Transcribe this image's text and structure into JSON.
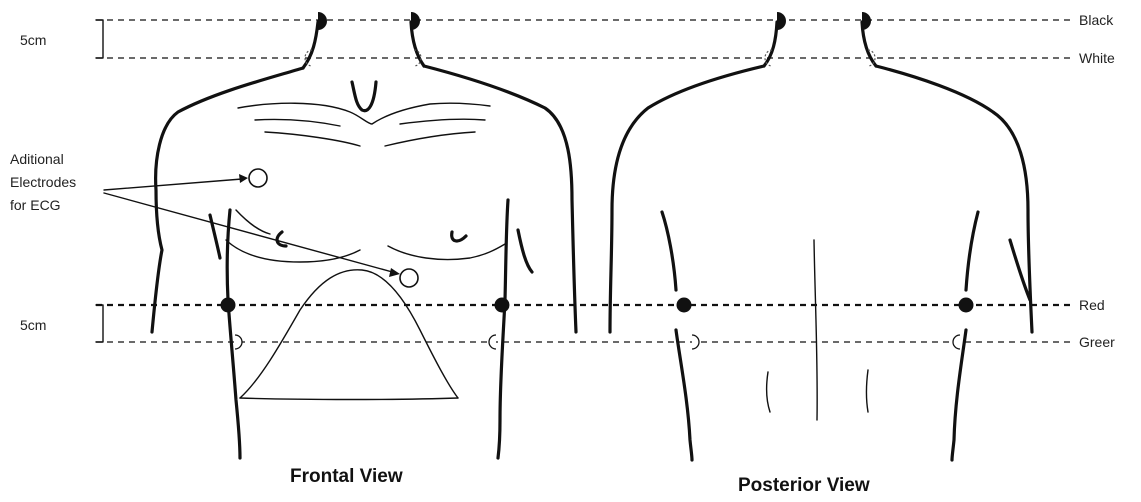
{
  "levels": {
    "black": "Black",
    "white": "White",
    "red": "Red",
    "green": "Greer"
  },
  "spacing": {
    "upper": "5cm",
    "lower": "5cm"
  },
  "annotation": {
    "line1": "Aditional",
    "line2": "Electrodes",
    "line3": "for ECG"
  },
  "views": {
    "frontal": "Frontal View",
    "posterior": "Posterior View"
  },
  "colors": {
    "ink": "#111111",
    "electrode_filled": "#111111",
    "electrode_open": "#ffffff"
  }
}
